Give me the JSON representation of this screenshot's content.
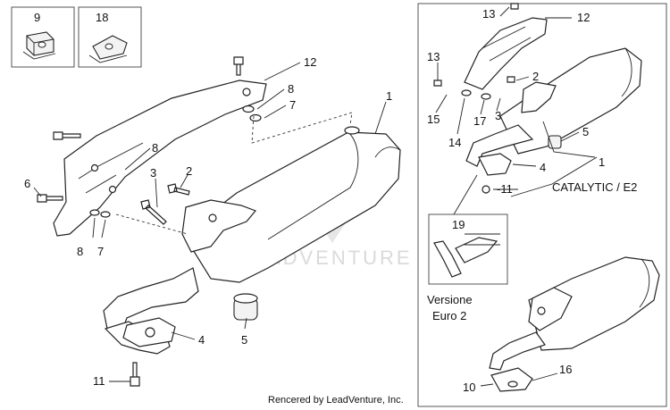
{
  "callouts": {
    "c9": "9",
    "c18": "18",
    "c12": "12",
    "c8a": "8",
    "c7a": "7",
    "c1": "1",
    "c8b": "8",
    "c6": "6",
    "c3": "3",
    "c2": "2",
    "c8c": "8",
    "c7b": "7",
    "c4": "4",
    "c5": "5",
    "c11": "11",
    "r13a": "13",
    "r12": "12",
    "r13b": "13",
    "r2": "2",
    "r15": "15",
    "r17": "17",
    "r3": "3",
    "r14": "14",
    "r5": "5",
    "r1": "1",
    "r4": "4",
    "r11": "-11",
    "r19": "19",
    "r10": "10",
    "r16": "16"
  },
  "labels": {
    "catalytic": "CATALYTIC / E2",
    "versione_line1": "Versione",
    "versione_line2": "Euro 2"
  },
  "watermark": "LEADVENTURE",
  "credit": "Rencered by LeadVenture, Inc."
}
